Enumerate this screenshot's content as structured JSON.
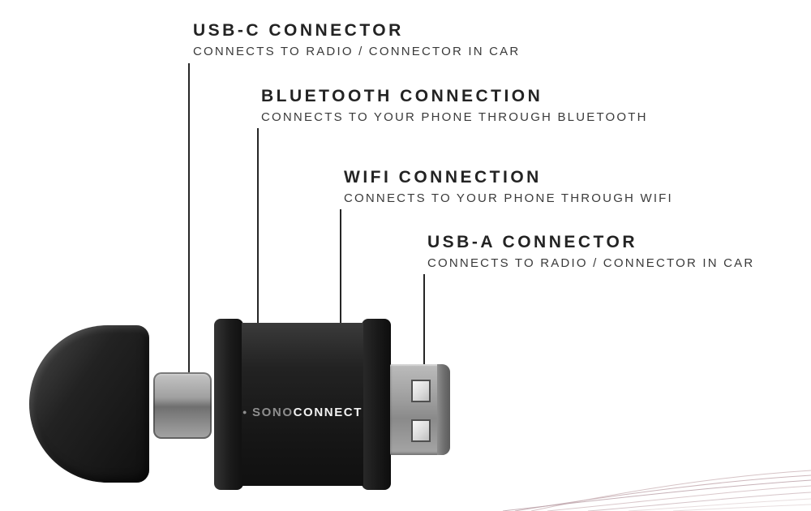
{
  "callouts": [
    {
      "title": "USB-C CONNECTOR",
      "description": "CONNECTS TO RADIO / CONNECTOR IN CAR"
    },
    {
      "title": "BLUETOOTH CONNECTION",
      "description": "CONNECTS TO YOUR PHONE THROUGH BLUETOOTH"
    },
    {
      "title": "WIFI CONNECTION",
      "description": "CONNECTS TO YOUR PHONE THROUGH WIFI"
    },
    {
      "title": "USB-A CONNECTOR",
      "description": "CONNECTS TO RADIO / CONNECTOR IN CAR"
    }
  ],
  "device": {
    "brand_dot": "●",
    "brand_primary": "SONO",
    "brand_secondary": "CONNECT"
  },
  "colors": {
    "heading_text": "#232323",
    "description_text": "#3a3a3a",
    "leader_line": "#262626",
    "device_black": "#1a1a1a",
    "metal_gray": "#9a9a9a",
    "brand_gray": "#8e8e8e",
    "brand_white": "#f2f2f2",
    "swirl_accent": "#c4abb0"
  }
}
